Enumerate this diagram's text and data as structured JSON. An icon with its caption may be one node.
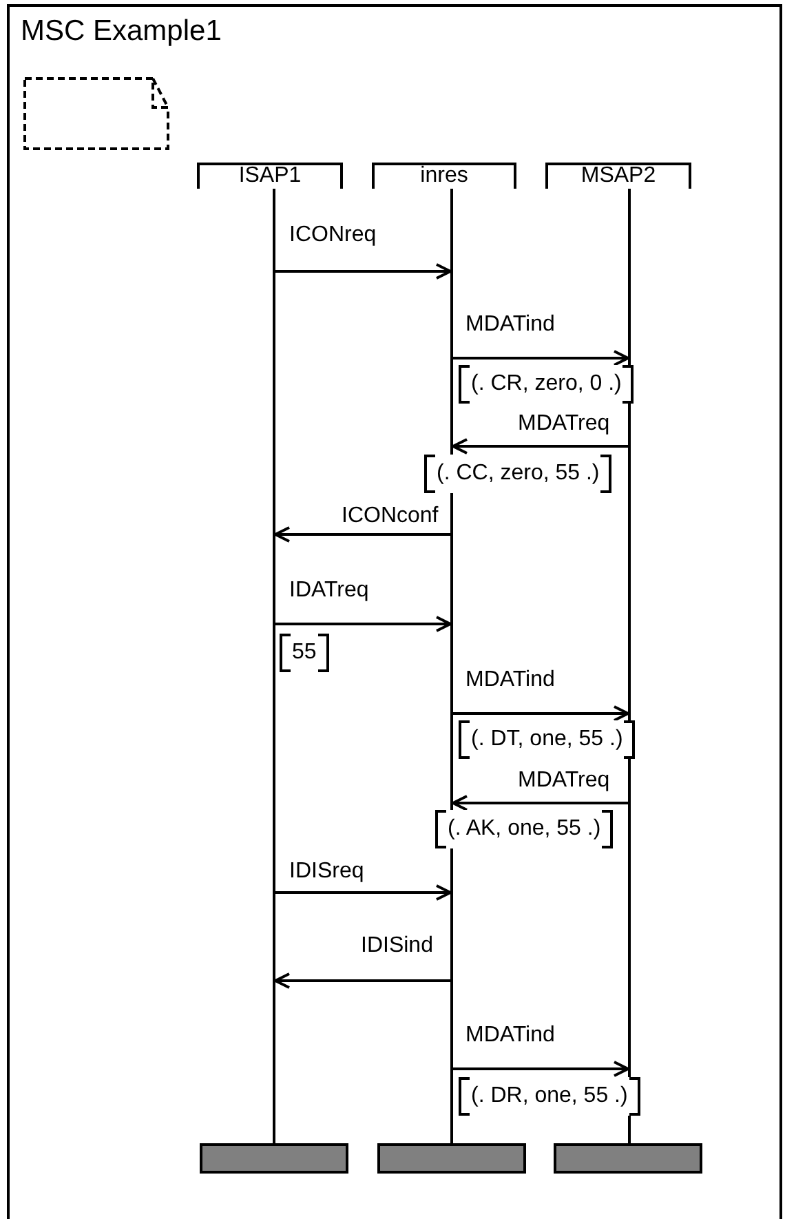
{
  "diagram": {
    "nodes": [
      {
        "text": [
          "MSC Example1"
        ]
      },
      {
        "text": [],
        "shape": "box",
        "in": 0
      },
      {
        "text": [
          "ISAP1"
        ],
        "in": 0
      },
      {
        "text": [
          "inres"
        ],
        "in": 0
      },
      {
        "text": [
          "MSAP2"
        ],
        "in": 0
      },
      {
        "text": [],
        "shape": "line",
        "in": 0
      },
      {
        "text": [],
        "shape": "line",
        "in": 0
      },
      {
        "text": [],
        "shape": "line",
        "in": 0
      },
      {
        "text": [],
        "shape": "bar",
        "in": 0
      },
      {
        "text": [],
        "shape": "bar",
        "in": 0
      },
      {
        "text": [],
        "shape": "bar",
        "in": 0
      }
    ],
    "edges": [
      {
        "from": 5,
        "to": 6,
        "arrow": "to",
        "label": "ICONreq"
      },
      {
        "from": 6,
        "to": 7,
        "arrow": "to",
        "label": "MDATind"
      },
      {
        "from": 7,
        "to": 6,
        "arrow": "to",
        "label": "MDATreq"
      },
      {
        "from": 6,
        "to": 5,
        "arrow": "to",
        "label": "ICONconf"
      },
      {
        "from": 5,
        "to": 6,
        "arrow": "to",
        "label": "IDATreq"
      },
      {
        "from": 6,
        "to": 7,
        "arrow": "to",
        "label": "MDATind"
      },
      {
        "from": 7,
        "to": 6,
        "arrow": "to",
        "label": "MDATreq"
      },
      {
        "from": 5,
        "to": 6,
        "arrow": "to",
        "label": "IDISreq"
      },
      {
        "from": 6,
        "to": 5,
        "arrow": "to",
        "label": "IDISind"
      },
      {
        "from": 6,
        "to": 7,
        "arrow": "to",
        "label": "MDATind"
      }
    ],
    "labels": [
      "(. CR, zero, 0 .)",
      "(. CC, zero, 55 .)",
      "55",
      "(. DT, one, 55 .)",
      "(. AK, one, 55 .)",
      "(. DR, one, 55 .)"
    ]
  }
}
